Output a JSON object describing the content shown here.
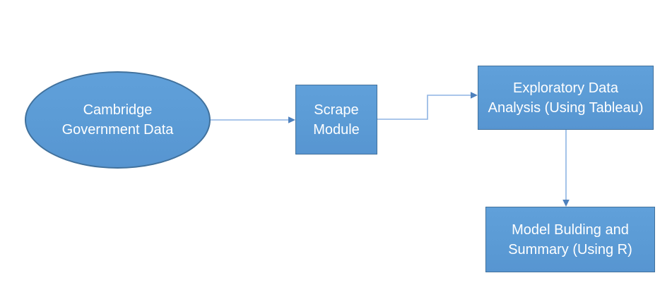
{
  "diagram": {
    "type": "flowchart",
    "background": "#ffffff",
    "colors": {
      "shape_fill": "#5b9bd5",
      "shape_border": "#41719c",
      "connector_line": "#8eb4e3",
      "connector_arrow": "#4e81bd",
      "text": "#ffffff"
    },
    "nodes": [
      {
        "id": "cambridge-government-data",
        "shape": "ellipse",
        "label": "Cambridge\nGovernment Data"
      },
      {
        "id": "scrape-module",
        "shape": "rectangle",
        "label": "Scrape\nModule"
      },
      {
        "id": "exploratory-data-analysis",
        "shape": "rectangle",
        "label": "Exploratory Data\nAnalysis (Using Tableau)"
      },
      {
        "id": "model-building-summary",
        "shape": "rectangle",
        "label": "Model Bulding and\nSummary (Using R)"
      }
    ],
    "edges": [
      {
        "from": "cambridge-government-data",
        "to": "scrape-module",
        "style": "straight-horizontal-arrow"
      },
      {
        "from": "scrape-module",
        "to": "exploratory-data-analysis",
        "style": "elbow-arrow"
      },
      {
        "from": "exploratory-data-analysis",
        "to": "model-building-summary",
        "style": "straight-vertical-arrow"
      }
    ]
  }
}
